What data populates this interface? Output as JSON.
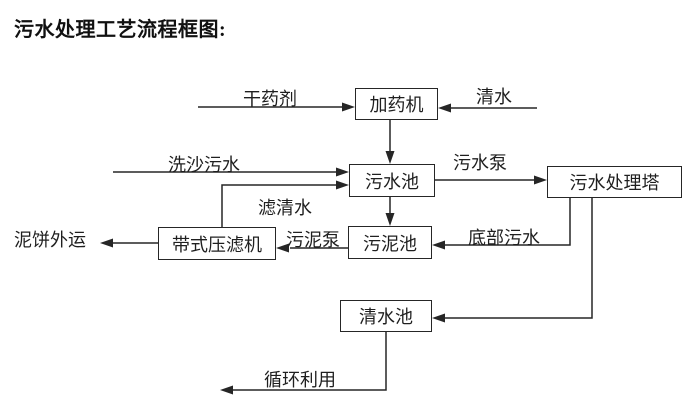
{
  "title": "污水处理工艺流程框图:",
  "nodes": {
    "dosing_machine": "加药机",
    "sewage_pool": "污水池",
    "treatment_tower": "污水处理塔",
    "belt_filter_press": "带式压滤机",
    "sludge_pool": "污泥池",
    "clear_water_pool": "清水池"
  },
  "edges": [
    {
      "id": "dry-chemical",
      "from": "external",
      "to": "dosing_machine",
      "label": "干药剂"
    },
    {
      "id": "clean-water",
      "from": "external",
      "to": "dosing_machine",
      "label": "清水"
    },
    {
      "id": "dosing-to-sewage",
      "from": "dosing_machine",
      "to": "sewage_pool",
      "label": ""
    },
    {
      "id": "sand-washing-sewage",
      "from": "external",
      "to": "sewage_pool",
      "label": "洗沙污水"
    },
    {
      "id": "filtered-water",
      "from": "belt_filter_press",
      "to": "sewage_pool",
      "label": "滤清水"
    },
    {
      "id": "sewage-pump",
      "from": "sewage_pool",
      "to": "treatment_tower",
      "label": "污水泵"
    },
    {
      "id": "sewage-to-sludge",
      "from": "sewage_pool",
      "to": "sludge_pool",
      "label": ""
    },
    {
      "id": "sludge-pump",
      "from": "sludge_pool",
      "to": "belt_filter_press",
      "label": "污泥泵"
    },
    {
      "id": "bottom-sewage",
      "from": "treatment_tower",
      "to": "sludge_pool",
      "label": "底部污水"
    },
    {
      "id": "mud-cake-outbound",
      "from": "belt_filter_press",
      "to": "external",
      "label": "泥饼外运"
    },
    {
      "id": "tower-to-clear-pool",
      "from": "treatment_tower",
      "to": "clear_water_pool",
      "label": ""
    },
    {
      "id": "recycling",
      "from": "clear_water_pool",
      "to": "external",
      "label": "循环利用"
    }
  ],
  "colors": {
    "line": "#262626",
    "background": "#ffffff",
    "text": "#1f1f1f"
  }
}
